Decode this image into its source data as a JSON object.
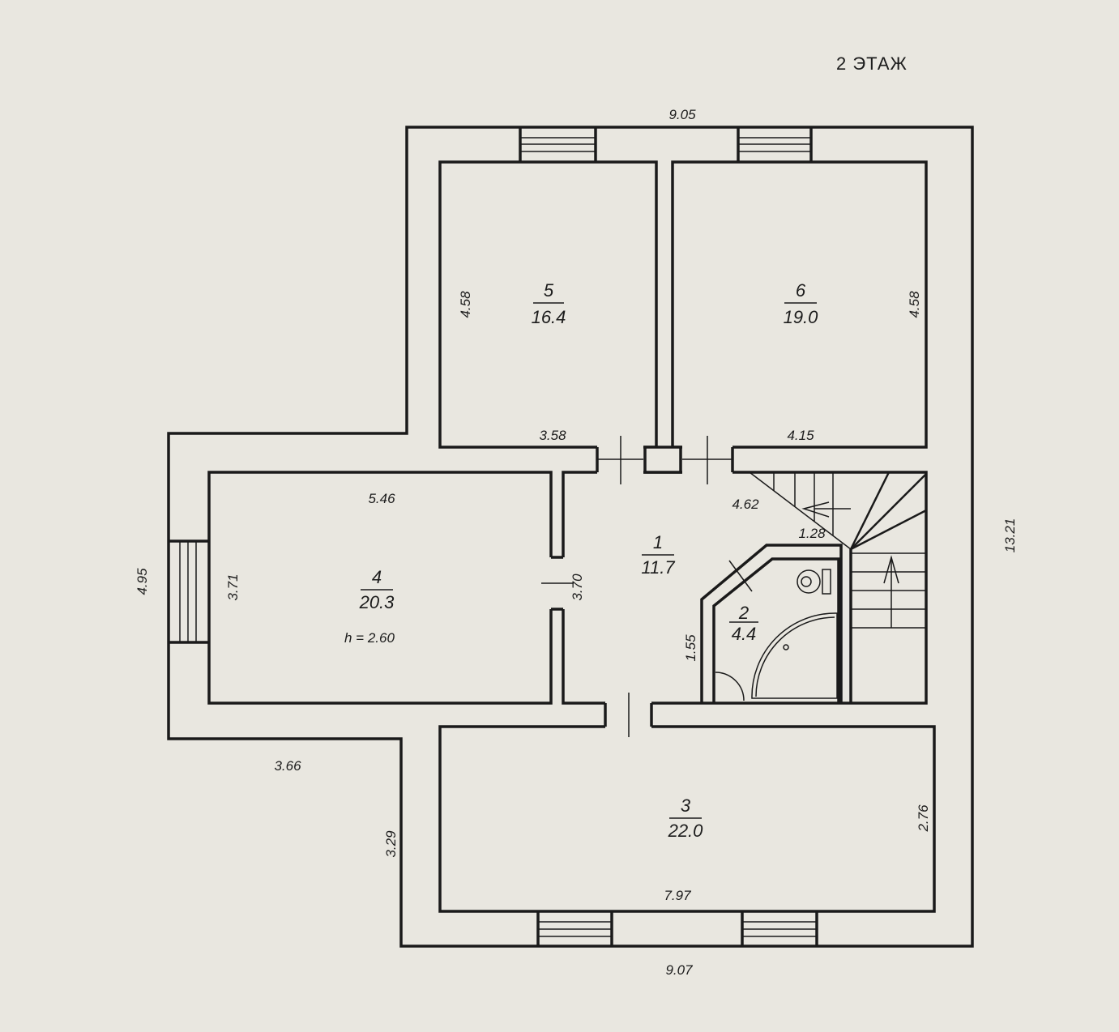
{
  "title": "2 ЭТАЖ",
  "rooms": [
    {
      "number": "1",
      "area": "11.7"
    },
    {
      "number": "2",
      "area": "4.4"
    },
    {
      "number": "3",
      "area": "22.0"
    },
    {
      "number": "4",
      "area": "20.3"
    },
    {
      "number": "5",
      "area": "16.4"
    },
    {
      "number": "6",
      "area": "19.0"
    }
  ],
  "ceiling_height": "h = 2.60",
  "dimensions": {
    "top_overall": "9.05",
    "bottom_overall": "9.07",
    "right_overall": "13.21",
    "left_wing_overall": "4.95",
    "room5_height": "4.58",
    "room6_height": "4.58",
    "room5_width": "3.58",
    "room6_width": "4.15",
    "room4_width": "5.46",
    "room4_height": "3.71",
    "hall_height": "3.70",
    "stair_diag": "4.62",
    "stair_small": "1.28",
    "bath_side": "1.55",
    "left_wing_bottom": "3.66",
    "room3_left": "3.29",
    "room3_right": "2.76",
    "room3_width": "7.97"
  }
}
